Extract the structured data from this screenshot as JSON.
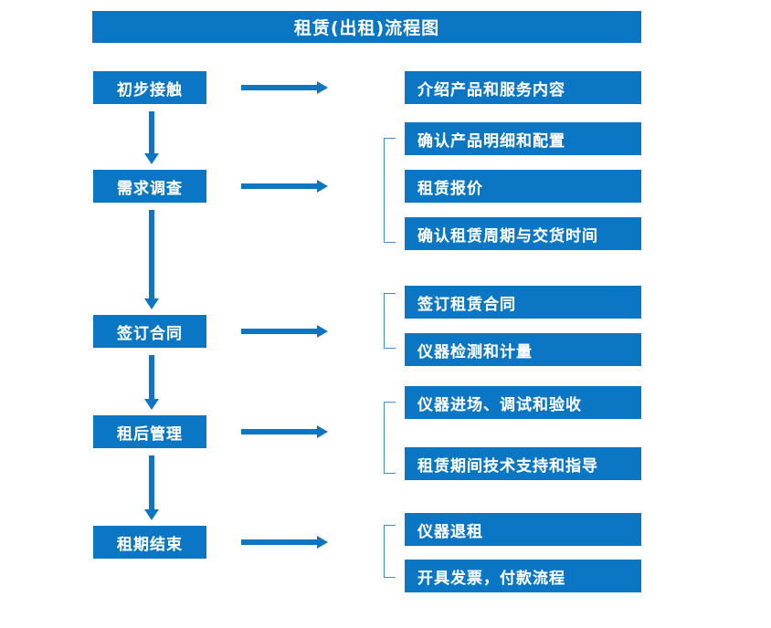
{
  "diagram": {
    "title": "租赁(出租)流程图",
    "colors": {
      "box_fill": "#0B76C4",
      "arrow": "#0E76C0",
      "bracket": "#4A8BC9",
      "text": "#FFFFFF",
      "background": "#FFFFFF"
    },
    "stages": [
      {
        "label": "初步接触"
      },
      {
        "label": "需求调查"
      },
      {
        "label": "签订合同"
      },
      {
        "label": "租后管理"
      },
      {
        "label": "租期结束"
      }
    ],
    "details": [
      {
        "label": "介绍产品和服务内容"
      },
      {
        "label": "确认产品明细和配置"
      },
      {
        "label": "租赁报价"
      },
      {
        "label": "确认租赁周期与交货时间"
      },
      {
        "label": "签订租赁合同"
      },
      {
        "label": "仪器检测和计量"
      },
      {
        "label": "仪器进场、调试和验收"
      },
      {
        "label": "租赁期间技术支持和指导"
      },
      {
        "label": "仪器退租"
      },
      {
        "label": "开具发票，付款流程"
      }
    ],
    "connectors": {
      "horizontal_arrows": 5,
      "vertical_arrows": 4,
      "brackets": 4
    }
  }
}
